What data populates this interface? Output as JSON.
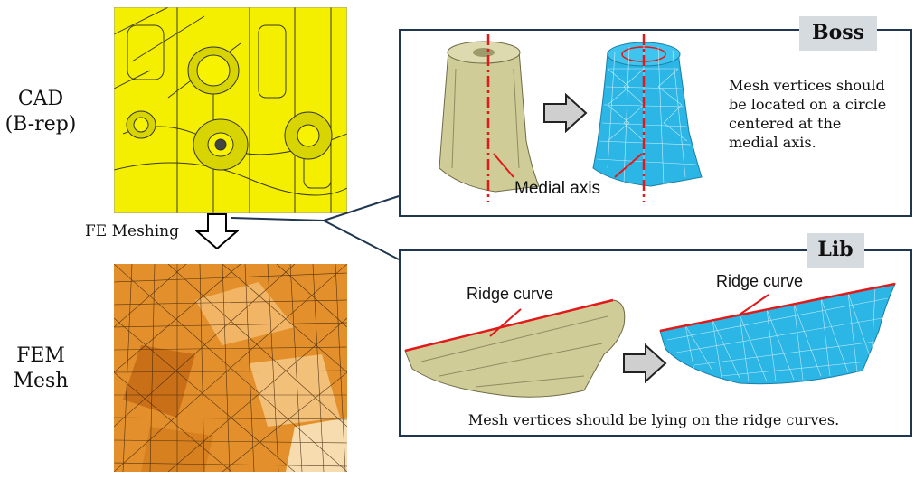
{
  "left": {
    "cad_label_line1": "CAD",
    "cad_label_line2": "(B-rep)",
    "meshing_label": "FE Meshing",
    "fem_label_line1": "FEM",
    "fem_label_line2": "Mesh"
  },
  "boss_panel": {
    "tag": "Boss",
    "axis_label": "Medial axis",
    "description": "Mesh vertices should be located on a circle centered at the medial axis."
  },
  "lib_panel": {
    "tag": "Lib",
    "ridge_label_left": "Ridge curve",
    "ridge_label_right": "Ridge curve",
    "caption": "Mesh vertices should be lying on the ridge curves."
  },
  "colors": {
    "cad_yellow": "#f2ee00",
    "mesh_orange": "#e08a25",
    "mesh_blue": "#2bb6e6",
    "cad_olive": "#cfcc98",
    "axis_red": "#e01a1a",
    "frame_navy": "#1f3550"
  }
}
